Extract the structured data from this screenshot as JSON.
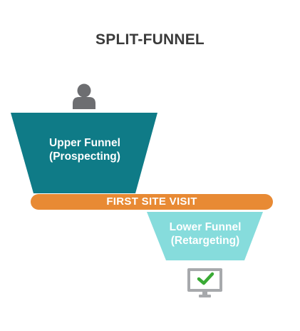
{
  "title": "SPLIT-FUNNEL",
  "upper_funnel": {
    "line1": "Upper Funnel",
    "line2": "(Prospecting)",
    "color": "#0f7b87"
  },
  "divider": {
    "label": "FIRST SITE VISIT",
    "color": "#e88a34"
  },
  "lower_funnel": {
    "line1": "Lower Funnel",
    "line2": "(Retargeting)",
    "color": "#86dcdc"
  },
  "icons": {
    "person": "person-icon",
    "monitor": "monitor-check-icon",
    "check_color": "#3aaa35"
  }
}
